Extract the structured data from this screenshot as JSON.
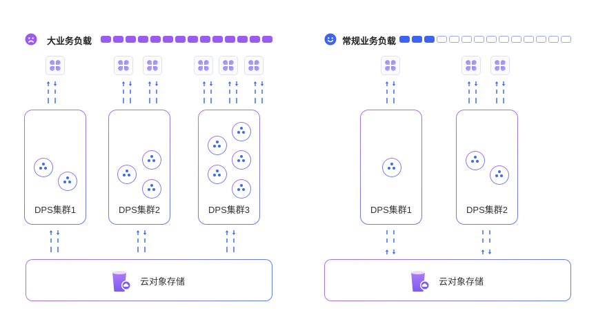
{
  "panels": [
    {
      "id": "heavy",
      "legend": {
        "icon": "sad-face-icon",
        "label": "大业务负载",
        "color": "#9a5cf0",
        "load_filled": 14,
        "load_total": 14
      },
      "clusters": [
        {
          "label": "DPS集群1",
          "apps": 1,
          "nodes": 2
        },
        {
          "label": "DPS集群2",
          "apps": 2,
          "nodes": 3
        },
        {
          "label": "DPS集群3",
          "apps": 3,
          "nodes": 5
        }
      ],
      "storage": {
        "label": "云对象存储",
        "icon": "bucket-cloud-icon"
      }
    },
    {
      "id": "normal",
      "legend": {
        "icon": "smile-face-icon",
        "label": "常规业务负载",
        "color": "#3d64f0",
        "load_filled": 3,
        "load_total": 14
      },
      "clusters": [
        {
          "label": "DPS集群1",
          "apps": 1,
          "nodes": 1
        },
        {
          "label": "DPS集群2",
          "apps": 2,
          "nodes": 2
        }
      ],
      "storage": {
        "label": "云对象存储",
        "icon": "bucket-cloud-icon"
      }
    }
  ],
  "colors": {
    "purple": "#9a5cf0",
    "blue": "#3d64f0",
    "arrow": "#3b6cf0"
  }
}
